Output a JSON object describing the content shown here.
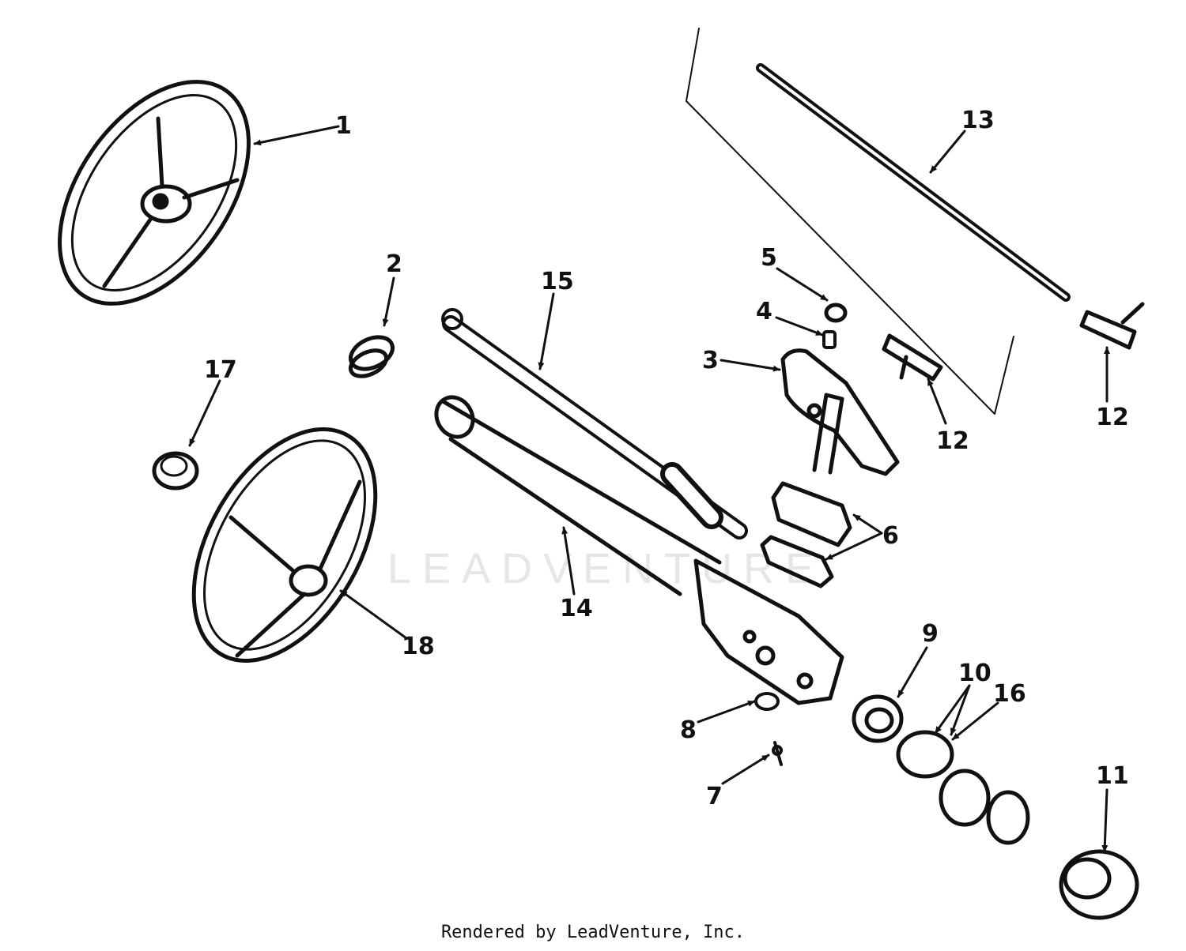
{
  "diagram": {
    "callouts": {
      "c1": "1",
      "c2": "2",
      "c3": "3",
      "c4": "4",
      "c5": "5",
      "c6": "6",
      "c7": "7",
      "c8": "8",
      "c9": "9",
      "c10": "10",
      "c11": "11",
      "c12a": "12",
      "c12b": "12",
      "c13": "13",
      "c14": "14",
      "c15": "15",
      "c16": "16",
      "c17": "17",
      "c18": "18"
    },
    "watermark": "LEADVENTURE"
  },
  "footer": {
    "text": "Rendered by LeadVenture, Inc."
  }
}
